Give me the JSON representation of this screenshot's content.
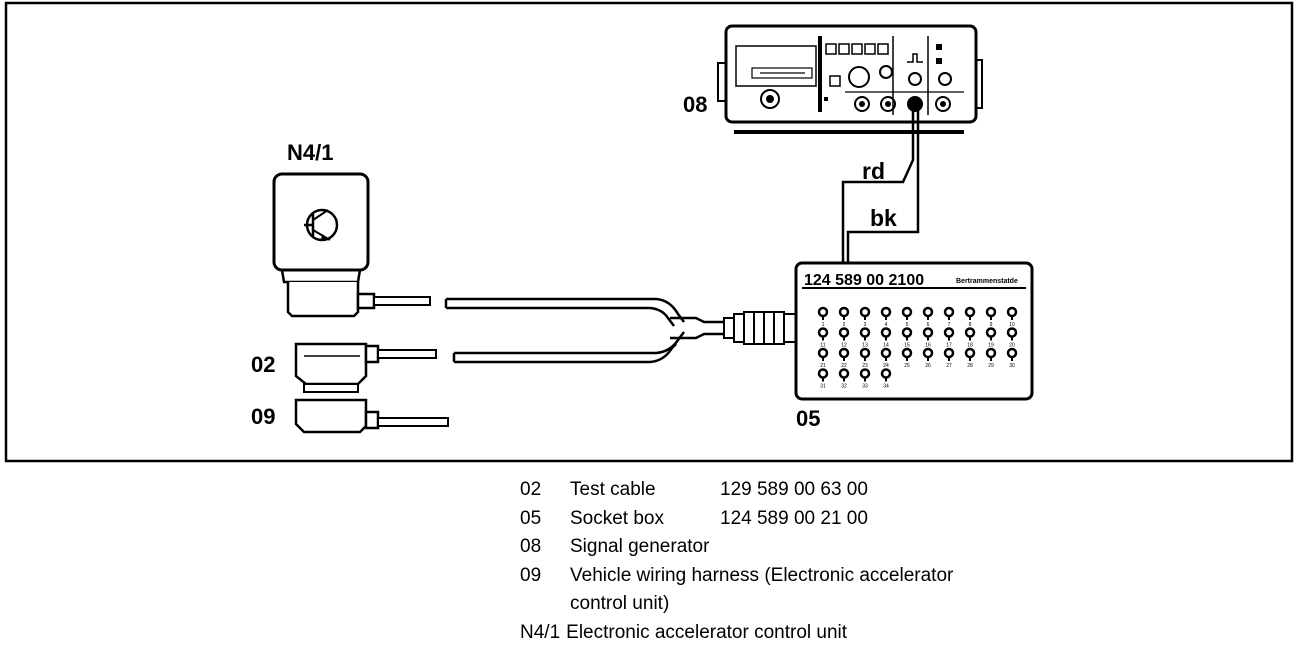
{
  "diagram": {
    "labels": {
      "signal_generator": "08",
      "control_unit": "N4/1",
      "test_cable": "02",
      "wiring_harness": "09",
      "socket_box": "05",
      "wire_red": "rd",
      "wire_black": "bk"
    },
    "socket_box_part_no": "124 589 00 2100",
    "socket_box_brand": "Bertrammenstatde",
    "socket_pins_row1": [
      "1",
      "2",
      "3",
      "4",
      "5",
      "6",
      "7",
      "8",
      "9",
      "10"
    ],
    "socket_pins_row2": [
      "11",
      "12",
      "13",
      "14",
      "15",
      "16",
      "17",
      "18",
      "19",
      "20"
    ],
    "socket_pins_row3": [
      "21",
      "22",
      "23",
      "24",
      "25",
      "26",
      "27",
      "28",
      "29",
      "30"
    ],
    "socket_pins_row4": [
      "31",
      "32",
      "33",
      "34"
    ]
  },
  "legend": {
    "items": [
      {
        "code": "02",
        "description": "Test cable",
        "part_number": "129 589 00 63 00"
      },
      {
        "code": "05",
        "description": "Socket box",
        "part_number": "124 589 00 21 00"
      },
      {
        "code": "08",
        "description": "Signal generator",
        "part_number": ""
      },
      {
        "code": "09",
        "description": "Vehicle wiring harness (Electronic accelerator",
        "part_number": ""
      }
    ],
    "continuation": "control unit)",
    "last": {
      "code": "N4/1",
      "description": "Electronic accelerator control unit"
    }
  }
}
